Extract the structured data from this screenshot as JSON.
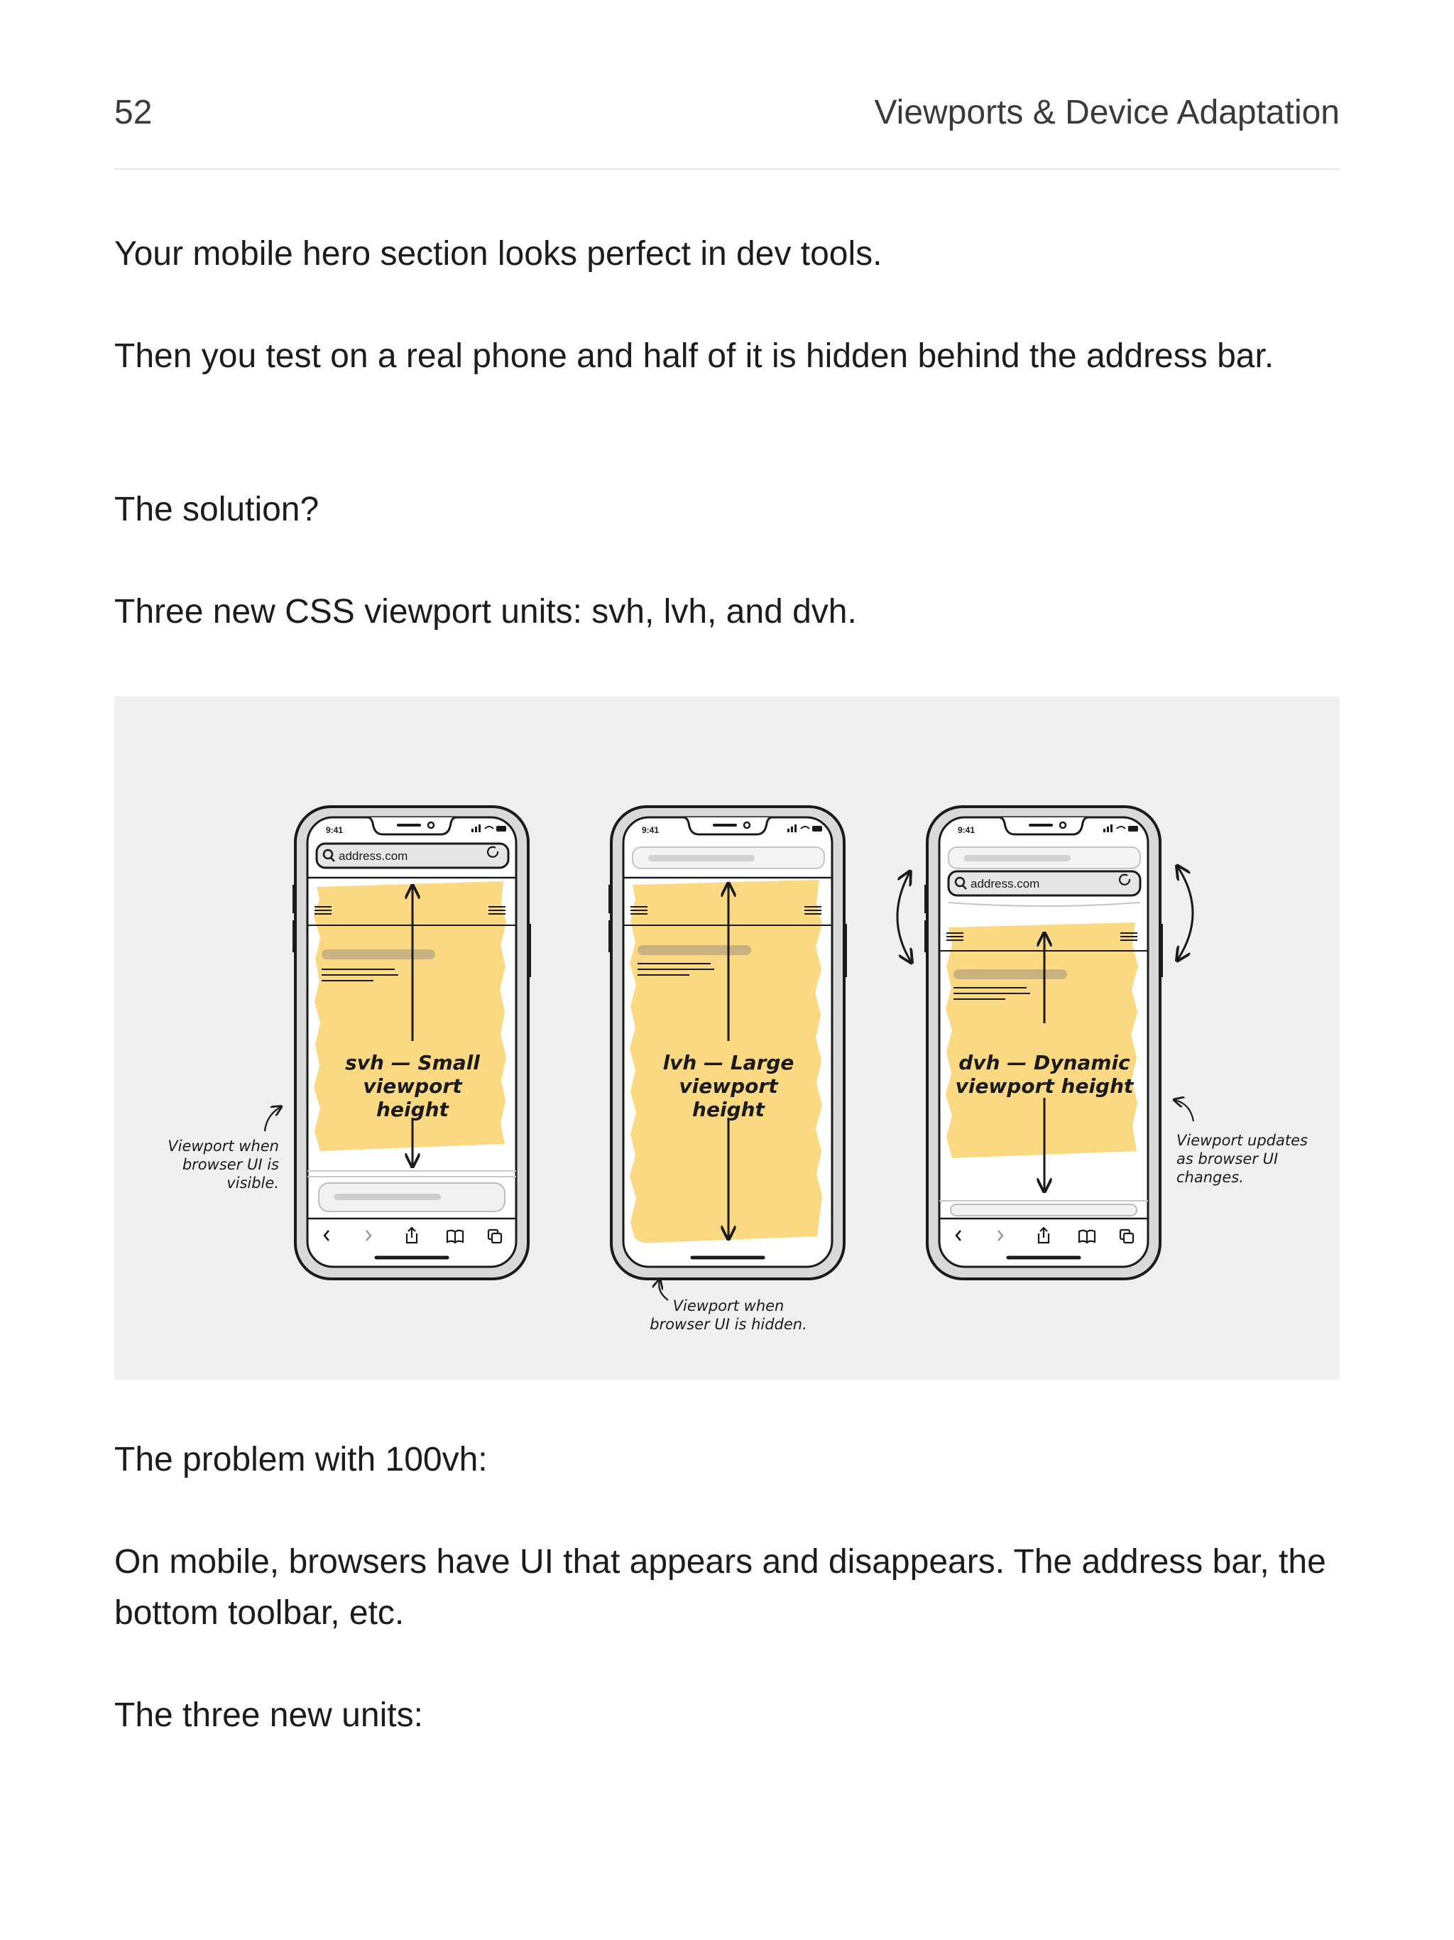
{
  "header": {
    "page_number": "52",
    "chapter_title": "Viewports & Device Adaptation"
  },
  "paragraphs": {
    "p1": "Your mobile hero section looks perfect in dev tools.",
    "p2": "Then you test on a real phone and half of it is hidden behind the address bar.",
    "p3": "The solution?",
    "p4": "Three new CSS viewport units: svh, lvh, and dvh.",
    "p5": "The problem with 100vh:",
    "p6": "On mobile, browsers have UI that appears and disappears. The address bar, the bottom toolbar, etc.",
    "p7": "The three new units:"
  },
  "figure": {
    "phones": [
      {
        "status_time": "9:41",
        "address": "address.com",
        "label_line1": "svh — Small",
        "label_line2": "viewport",
        "label_line3": "height"
      },
      {
        "status_time": "9:41",
        "label_line1": "lvh — Large",
        "label_line2": "viewport",
        "label_line3": "height"
      },
      {
        "status_time": "9:41",
        "address": "address.com",
        "label_line1": "dvh — Dynamic",
        "label_line2": "viewport height"
      }
    ],
    "annotations": {
      "svh_note": [
        "Viewport when",
        "browser UI is",
        "visible."
      ],
      "lvh_note": [
        "Viewport when",
        "browser UI is hidden."
      ],
      "dvh_note": [
        "Viewport updates",
        "as browser UI",
        "changes."
      ]
    },
    "colors": {
      "highlight": "#fbd982",
      "background": "#efefef",
      "ink": "#1a1a1a",
      "phone_frame": "#d9d9d9"
    }
  }
}
